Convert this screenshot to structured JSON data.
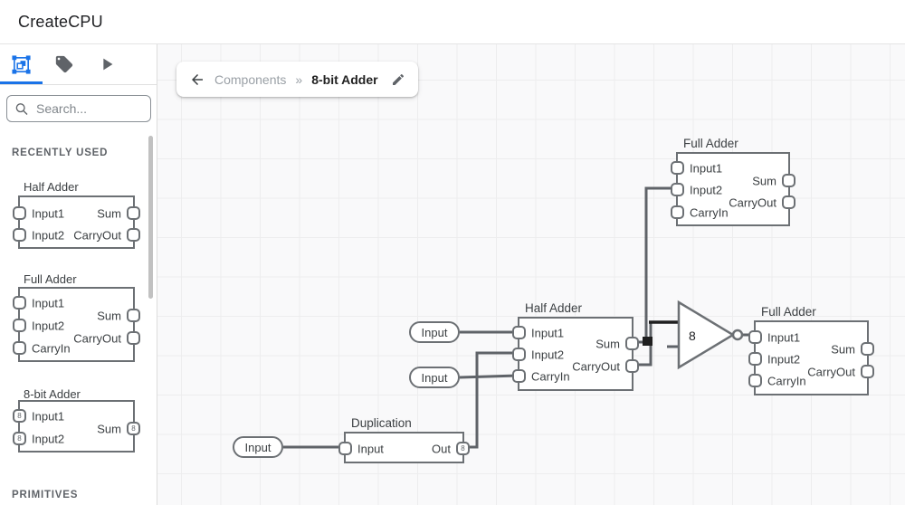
{
  "header": {
    "title": "CreateCPU"
  },
  "sidebar": {
    "tabs": [
      {
        "icon": "components-icon",
        "active": true
      },
      {
        "icon": "tag-icon",
        "active": false
      },
      {
        "icon": "play-icon",
        "active": false
      }
    ],
    "search": {
      "placeholder": "Search..."
    },
    "sections": {
      "recent": "RECENTLY USED",
      "primitives": "PRIMITIVES"
    },
    "items": [
      {
        "title": "Half Adder",
        "left": [
          "Input1",
          "Input2"
        ],
        "right": [
          "Sum",
          "CarryOut"
        ]
      },
      {
        "title": "Full Adder",
        "left": [
          "Input1",
          "Input2",
          "CarryIn"
        ],
        "right": [
          "Sum",
          "CarryOut"
        ]
      },
      {
        "title": "8-bit Adder",
        "left": [
          "Input1",
          "Input2"
        ],
        "right": [
          "Sum"
        ],
        "bus": "8"
      }
    ]
  },
  "breadcrumb": {
    "parent": "Components",
    "separator": "»",
    "current": "8-bit Adder"
  },
  "canvas": {
    "input_pill": "Input",
    "gate": {
      "bus": "8"
    },
    "nodes": {
      "duplication": {
        "title": "Duplication",
        "in": "Input",
        "out": "Out",
        "bus": "8"
      },
      "half_adder": {
        "title": "Half Adder",
        "left": [
          "Input1",
          "Input2",
          "CarryIn"
        ],
        "right": [
          "Sum",
          "CarryOut"
        ]
      },
      "full_adder_top": {
        "title": "Full Adder",
        "left": [
          "Input1",
          "Input2",
          "CarryIn"
        ],
        "right": [
          "Sum",
          "CarryOut"
        ]
      },
      "full_adder_right": {
        "title": "Full Adder",
        "left": [
          "Input1",
          "Input2",
          "CarryIn"
        ],
        "right": [
          "Sum",
          "CarryOut"
        ]
      }
    }
  },
  "colors": {
    "accent": "#1a73e8",
    "wire": "#5f6368",
    "wire_active": "#1f1f1f",
    "node_border": "#6c7074"
  }
}
